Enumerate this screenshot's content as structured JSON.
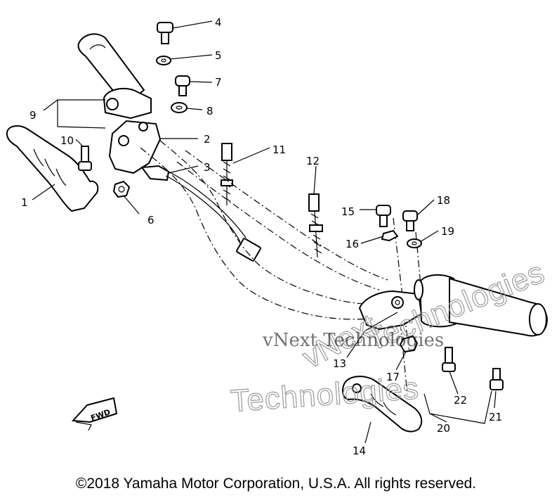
{
  "callouts": {
    "n1": "1",
    "n2": "2",
    "n3": "3",
    "n4": "4",
    "n5": "5",
    "n6": "6",
    "n7": "7",
    "n8": "8",
    "n9": "9",
    "n10": "10",
    "n11": "11",
    "n12": "12",
    "n13": "13",
    "n14": "14",
    "n15": "15",
    "n16": "16",
    "n17": "17",
    "n18": "18",
    "n19": "19",
    "n20": "20",
    "n21": "21",
    "n22": "22"
  },
  "direction_label": "FWD",
  "watermark": {
    "line1": "vNext Technologies",
    "line2": "Technologies",
    "line3": "vNext"
  },
  "footer": {
    "copyright": "©2018 Yamaha Motor Corporation, U.S.A. All rights reserved."
  }
}
